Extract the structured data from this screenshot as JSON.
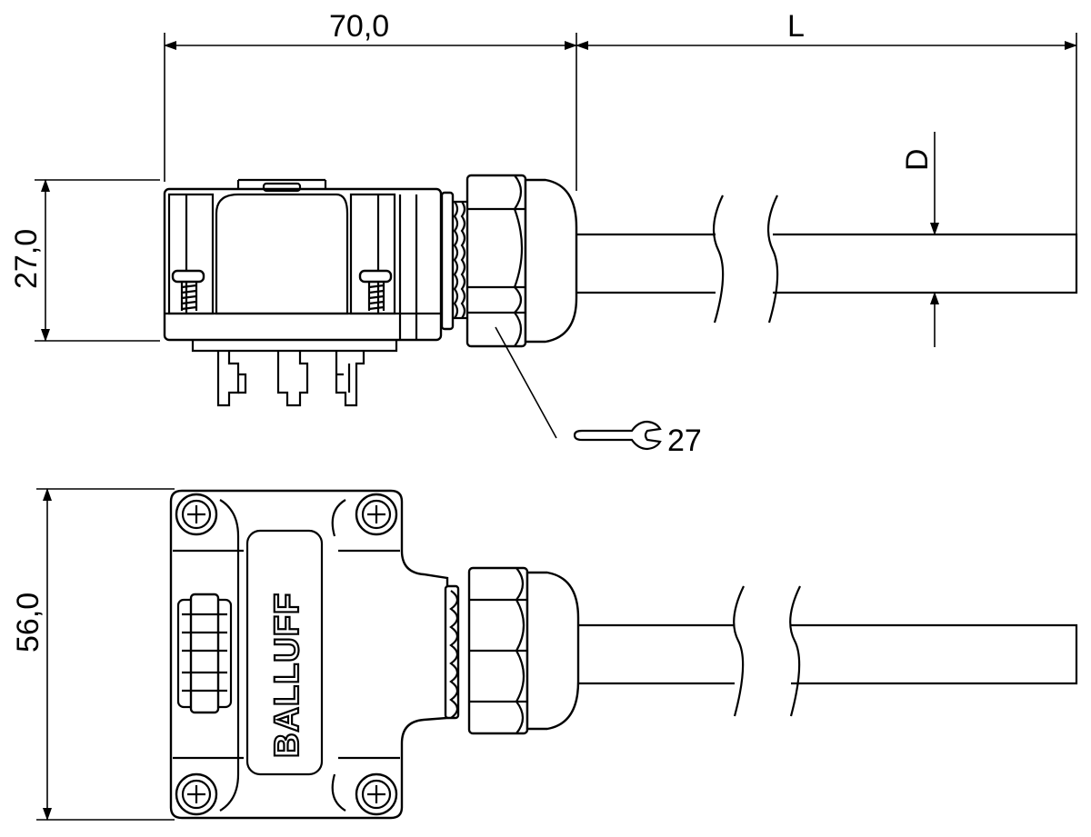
{
  "dimensions": {
    "body_length": "70,0",
    "cable_length": "L",
    "cable_diameter": "D",
    "height": "27,0",
    "width": "56,0",
    "wrench_size": "27"
  },
  "brand": "BALLUFF"
}
